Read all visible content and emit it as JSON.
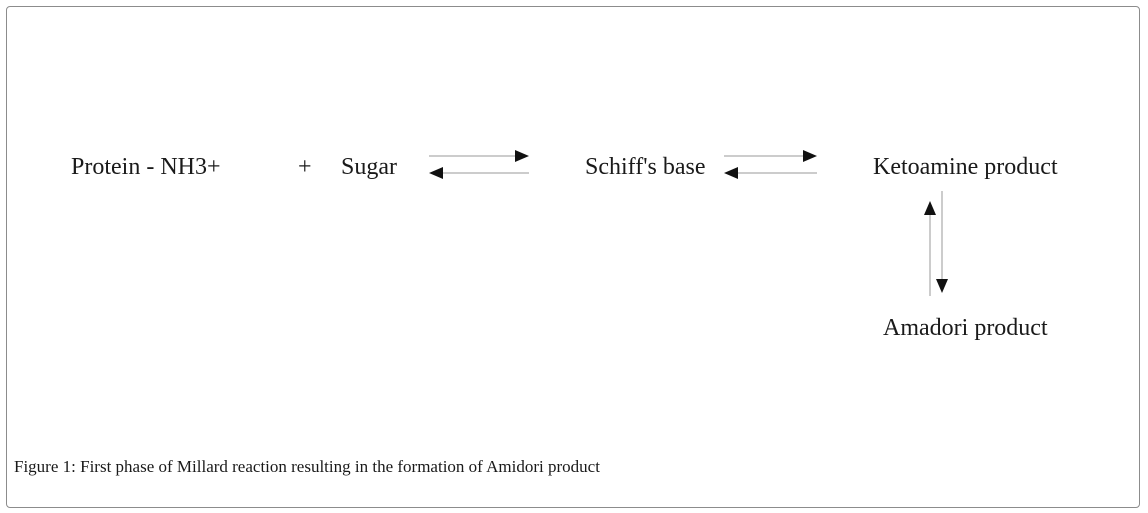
{
  "diagram": {
    "nodes": {
      "protein": "Protein - NH3+",
      "plus": "+",
      "sugar": "Sugar",
      "schiff": "Schiff's base",
      "ketoamine": "Ketoamine product",
      "amadori": "Amadori product"
    },
    "edges": [
      {
        "from": "sugar",
        "to": "schiff",
        "type": "reversible"
      },
      {
        "from": "schiff",
        "to": "ketoamine",
        "type": "reversible"
      },
      {
        "from": "ketoamine",
        "to": "amadori",
        "type": "reversible"
      }
    ]
  },
  "caption": {
    "label": "Figure 1:",
    "text": " First phase of Millard reaction resulting in the formation of Amidori product"
  }
}
